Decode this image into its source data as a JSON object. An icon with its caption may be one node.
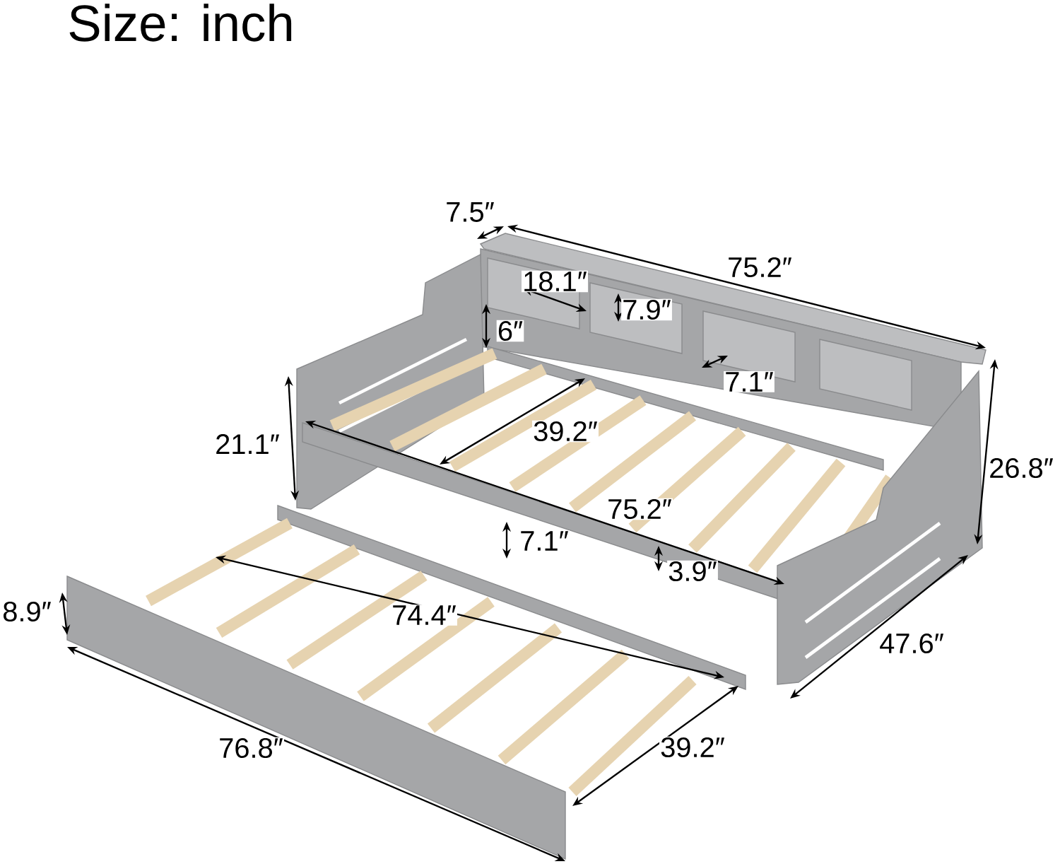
{
  "diagram": {
    "title": "Size: inch",
    "labels": [
      "7.5″",
      "75.2″",
      "18.1″",
      "7.9″",
      "6″",
      "7.1″",
      "21.1″",
      "39.2″",
      "26.8″",
      "75.2″",
      "7.1″",
      "3.9″",
      "8.9″",
      "74.4″",
      "47.6″",
      "76.8″",
      "39.2″"
    ]
  }
}
